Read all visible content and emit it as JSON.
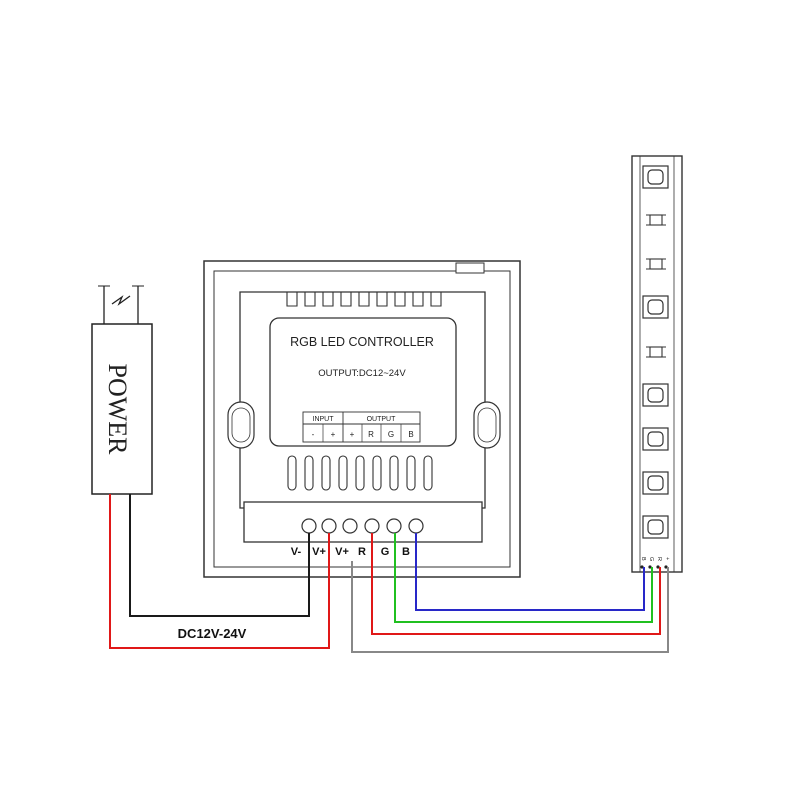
{
  "power": {
    "label": "POWER",
    "supply_label": "DC12V-24V"
  },
  "controller": {
    "title": "RGB LED CONTROLLER",
    "output_spec": "OUTPUT:DC12~24V",
    "label_input": "INPUT",
    "label_output": "OUTPUT",
    "input_pins": [
      "-",
      "+"
    ],
    "output_pins": [
      "+",
      "R",
      "G",
      "B"
    ],
    "terminals": [
      "V-",
      "V+",
      "V+",
      "R",
      "G",
      "B"
    ]
  },
  "strip": {
    "pin_labels": [
      "B",
      "G",
      "R",
      "+"
    ]
  },
  "wire_colors": {
    "black": "#1a1a1a",
    "red": "#e01818",
    "green": "#20c020",
    "blue": "#2828c8",
    "white": "#888888"
  }
}
